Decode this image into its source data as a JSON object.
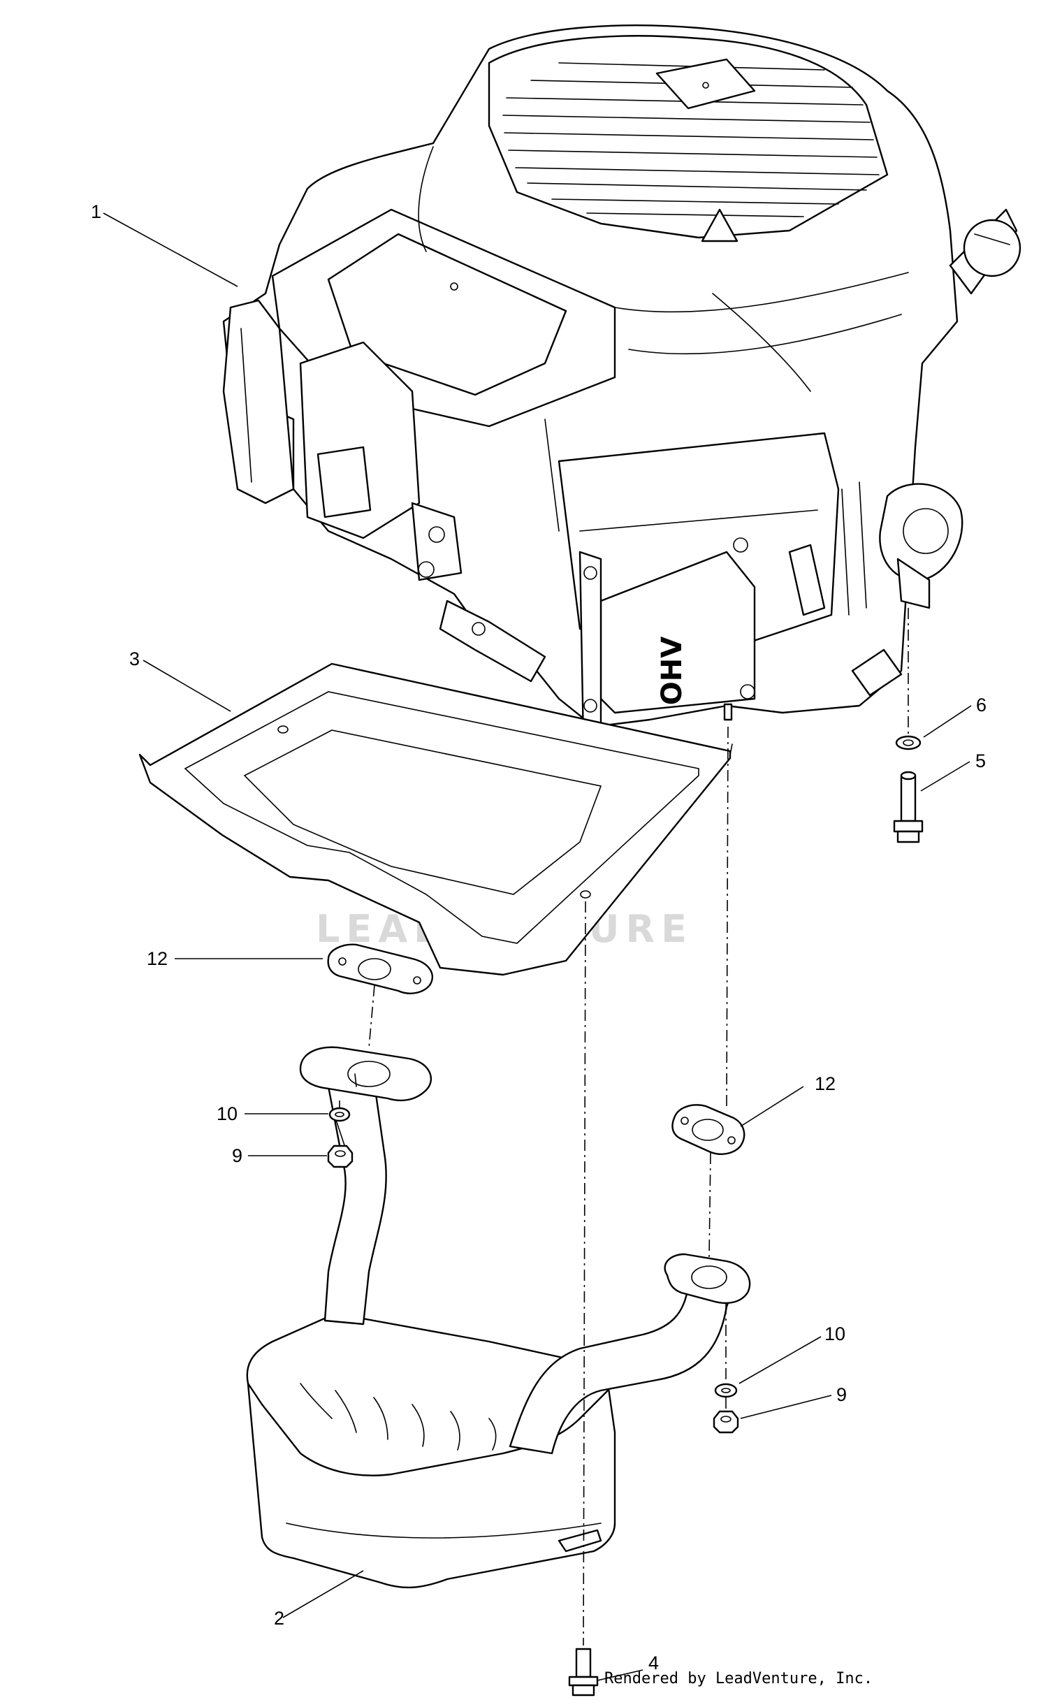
{
  "callouts": [
    {
      "id": "engine",
      "label": "1"
    },
    {
      "id": "muffler",
      "label": "2"
    },
    {
      "id": "heat-shield",
      "label": "3"
    },
    {
      "id": "bottom-bolt",
      "label": "4"
    },
    {
      "id": "right-bolt",
      "label": "5"
    },
    {
      "id": "right-washer",
      "label": "6"
    },
    {
      "id": "left-nut",
      "label": "9"
    },
    {
      "id": "right-nut",
      "label": "9"
    },
    {
      "id": "left-lock-washer",
      "label": "10"
    },
    {
      "id": "right-lock-washer",
      "label": "10"
    },
    {
      "id": "left-gasket",
      "label": "12"
    },
    {
      "id": "right-gasket",
      "label": "12"
    }
  ],
  "engine_badge": "OHV",
  "watermark": {
    "text": "LEADVENTURE",
    "color": "#d9d9d9"
  },
  "credit": "Rendered by LeadVenture, Inc."
}
